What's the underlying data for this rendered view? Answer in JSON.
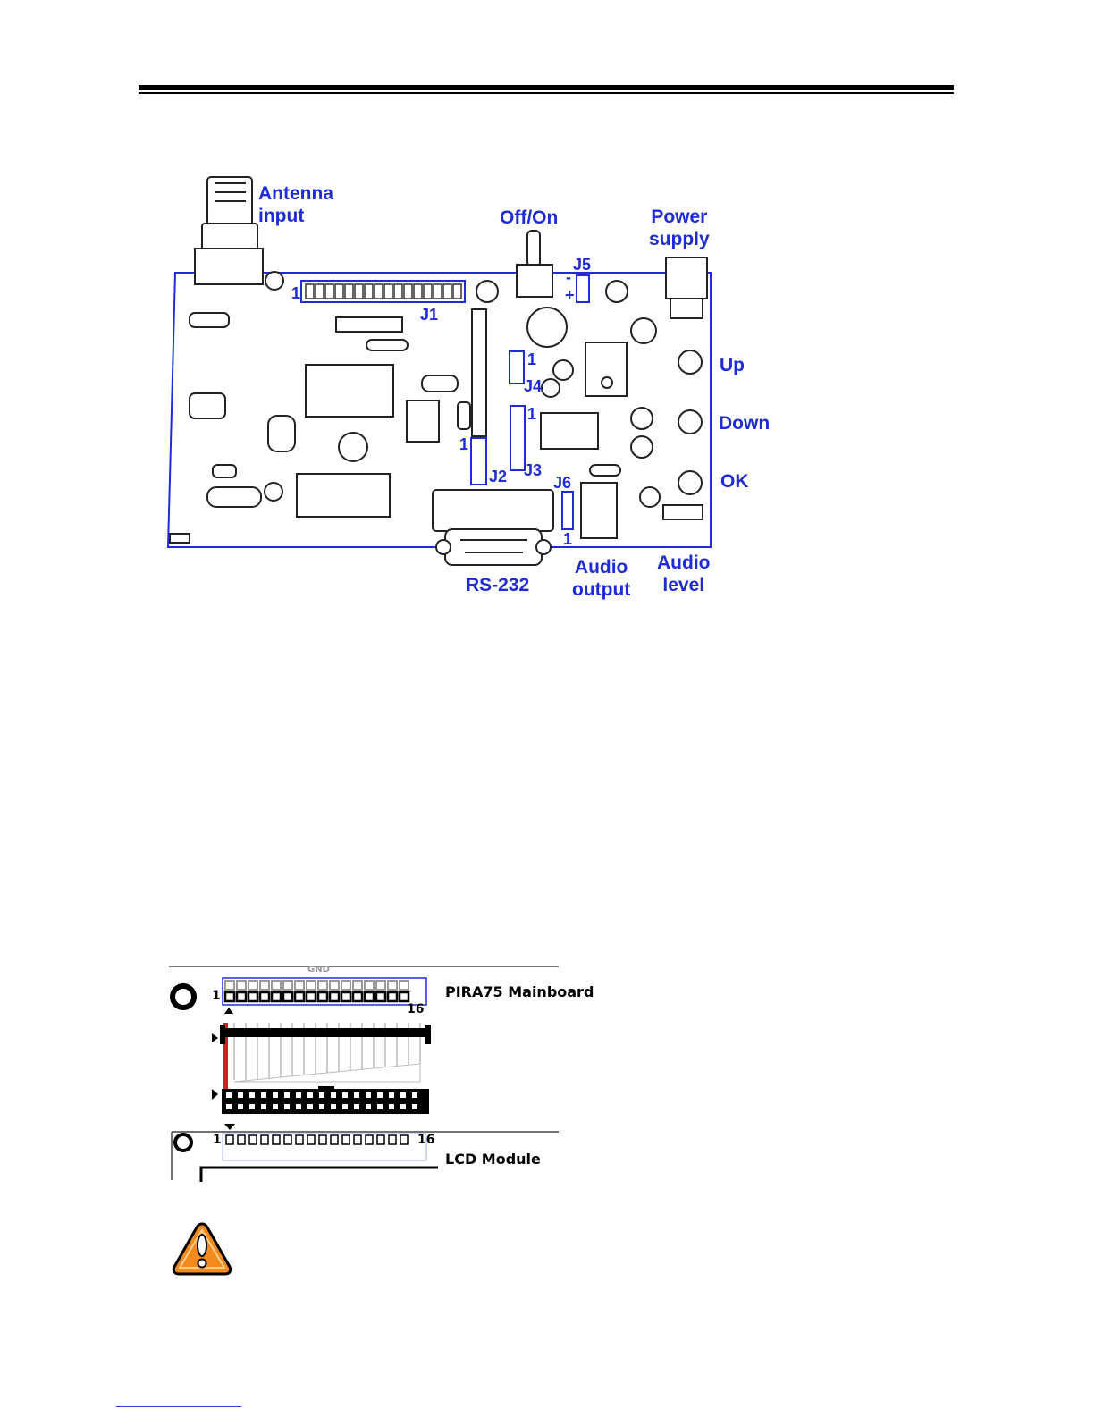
{
  "board_labels": {
    "antenna_input": "Antenna\ninput",
    "off_on": "Off/On",
    "power_supply": "Power\nsupply",
    "j1": "J1",
    "j1_pin": "1",
    "j5": "J5",
    "j5_minus": "-",
    "j5_plus": "+",
    "j4": "J4",
    "j4_pin": "1",
    "j3": "J3",
    "j3_pin": "1",
    "j2": "J2",
    "j2_pin": "1",
    "j6": "J6",
    "j6_pin": "1",
    "up": "Up",
    "down": "Down",
    "ok": "OK",
    "rs232": "RS-232",
    "audio_output": "Audio\noutput",
    "audio_level": "Audio\nlevel"
  },
  "connector_diagram": {
    "gnd": "GND",
    "pin_first_top": "1",
    "pin_last_top": "16",
    "mainboard": "PIRA75 Mainboard",
    "pin_first_bottom": "1",
    "pin_last_bottom": "16",
    "lcd_module": "LCD Module"
  },
  "colors": {
    "label_blue": "#1e2bd6",
    "warning_orange": "#f28a1e",
    "cable_red": "#d11f1f"
  },
  "icons": {
    "warning": "warning-icon"
  }
}
